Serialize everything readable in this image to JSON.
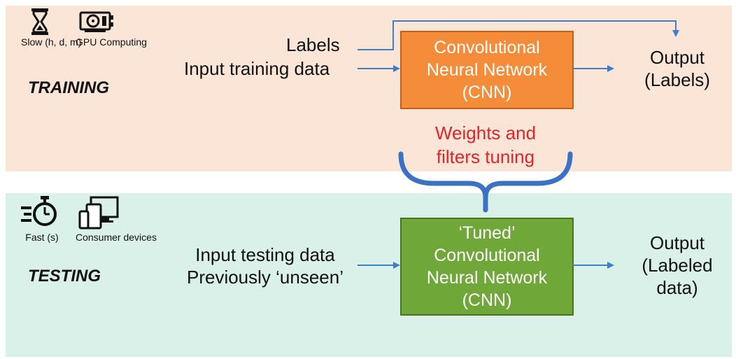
{
  "colors": {
    "training_bg": "#fae5d7",
    "testing_bg": "#daf1e9",
    "cnn_fill": "#f58c3a",
    "cnn_border": "#c3611c",
    "tuned_fill": "#6fa838",
    "tuned_border": "#49741f",
    "arrow": "#3f7fc7",
    "brace": "#3b72c4",
    "tuning_text": "#e3242b"
  },
  "training": {
    "phase": "TRAINING",
    "speed_label": "Slow\n(h, d, m)",
    "hardware_label": "GPU\nComputing",
    "labels_input": "Labels",
    "data_input": "Input training data",
    "model": "Convolutional\nNeural Network\n(CNN)",
    "output": "Output\n(Labels)",
    "icons": [
      "hourglass-icon",
      "gpu-card-icon"
    ]
  },
  "tuning": {
    "text": "Weights and\nfilters tuning"
  },
  "testing": {
    "phase": "TESTING",
    "speed_label": "Fast (s)",
    "hardware_label": "Consumer\ndevices",
    "data_input": "Input testing data\nPreviously ‘unseen’",
    "model": "‘Tuned’\nConvolutional\nNeural Network\n(CNN)",
    "output": "Output\n(Labeled\ndata)",
    "icons": [
      "stopwatch-icon",
      "consumer-devices-icon"
    ]
  }
}
